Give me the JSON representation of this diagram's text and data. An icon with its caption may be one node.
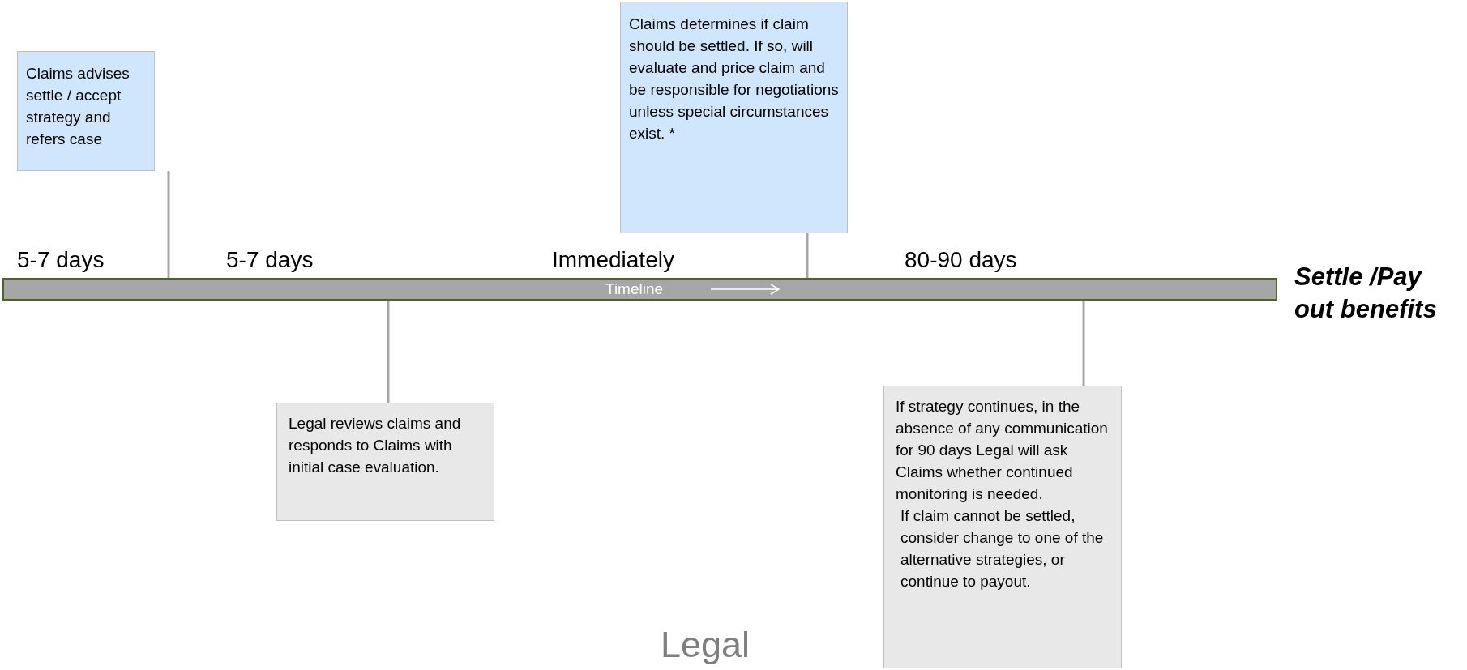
{
  "diagram": {
    "nodes": [
      {
        "text": [
          "Claims advises settle / accept strategy and refers case"
        ]
      },
      {
        "text": [
          "Claims determines if claim should be settled. If so, will evaluate and price claim and be responsible for negotiations unless special circumstances exist. *"
        ]
      },
      {
        "text": [
          "Timeline"
        ]
      },
      {
        "text": [
          "Legal reviews claims and responds to Claims with initial case evaluation."
        ]
      },
      {
        "text": [
          "If strategy continues, in the absence of any communication for 90 days Legal will ask Claims whether continued monitoring is needed.",
          "If claim cannot be settled, consider change to one of the alternative strategies, or continue to payout."
        ]
      }
    ],
    "edges": [
      {
        "from": 0,
        "to": 2,
        "arrow": "none"
      },
      {
        "from": 1,
        "to": 2,
        "arrow": "none"
      },
      {
        "from": 2,
        "to": 3,
        "arrow": "none"
      },
      {
        "from": 2,
        "to": 4,
        "arrow": "none"
      }
    ],
    "labels": [
      "5-7 days",
      "5-7 days",
      "Immediately",
      "80-90 days",
      "Settle /Pay out benefits",
      "Legal"
    ]
  }
}
